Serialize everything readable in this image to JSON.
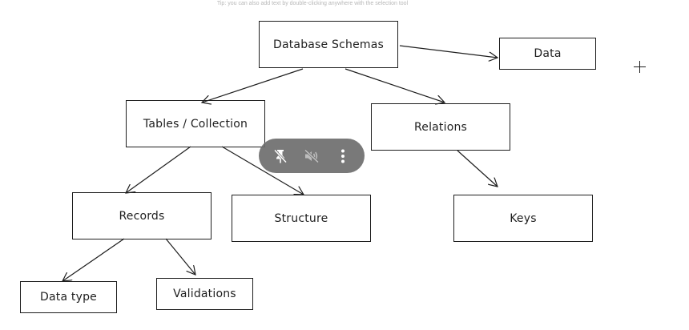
{
  "tip": "Tip: you can also add text by double-clicking anywhere with the selection tool",
  "nodes": {
    "database_schemas": "Database Schemas",
    "data": "Data",
    "tables_collection": "Tables / Collection",
    "relations": "Relations",
    "records": "Records",
    "structure": "Structure",
    "keys": "Keys",
    "data_type": "Data type",
    "validations": "Validations"
  },
  "toolbar": {
    "icons": [
      "pin-off-icon",
      "mute-off-icon",
      "more-vertical-icon"
    ]
  },
  "colors": {
    "stroke": "#1e1e1e",
    "toolbar_bg": "#6e6e6e",
    "tip_text": "#b8b8b8"
  }
}
